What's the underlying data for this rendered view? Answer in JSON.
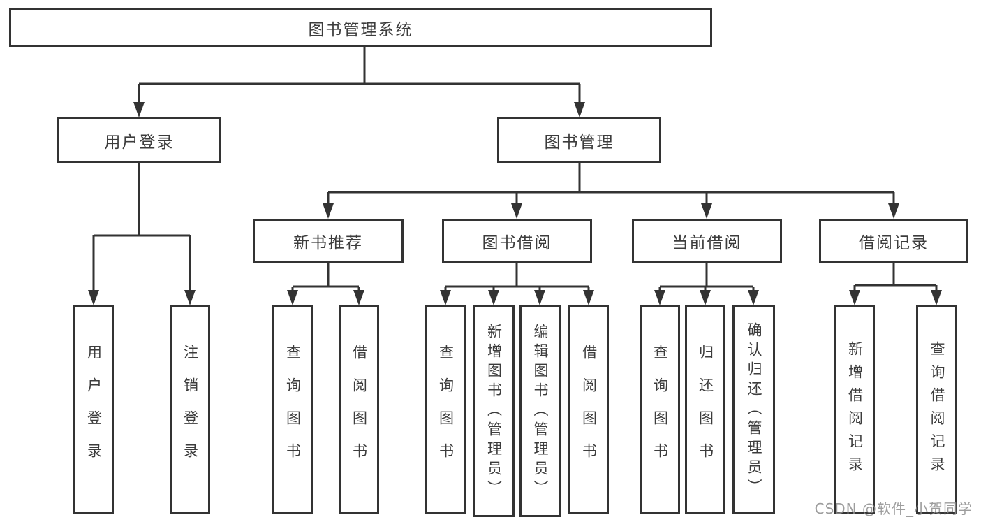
{
  "diagram": {
    "root": {
      "label": "图书管理系统"
    },
    "level2": [
      {
        "id": "user-login",
        "label": "用户登录"
      },
      {
        "id": "book-management",
        "label": "图书管理"
      }
    ],
    "level3": [
      {
        "id": "new-book-recommend",
        "label": "新书推荐"
      },
      {
        "id": "book-borrow",
        "label": "图书借阅"
      },
      {
        "id": "current-borrow",
        "label": "当前借阅"
      },
      {
        "id": "borrow-records",
        "label": "借阅记录"
      }
    ],
    "leaves": [
      {
        "parent": "用户登录",
        "label": "用户登录"
      },
      {
        "parent": "用户登录",
        "label": "注销登录"
      },
      {
        "parent": "新书推荐",
        "label": "查询图书"
      },
      {
        "parent": "新书推荐",
        "label": "借阅图书"
      },
      {
        "parent": "图书借阅",
        "label": "查询图书"
      },
      {
        "parent": "图书借阅",
        "label": "新增图书（管理员）"
      },
      {
        "parent": "图书借阅",
        "label": "编辑图书（管理员）"
      },
      {
        "parent": "图书借阅",
        "label": "借阅图书"
      },
      {
        "parent": "当前借阅",
        "label": "查询图书"
      },
      {
        "parent": "当前借阅",
        "label": "归还图书"
      },
      {
        "parent": "当前借阅",
        "label": "确认归还（管理员）"
      },
      {
        "parent": "借阅记录",
        "label": "新增借阅记录"
      },
      {
        "parent": "借阅记录",
        "label": "查询借阅记录"
      }
    ],
    "watermark": "CSDN @软件_小贺同学",
    "colors": {
      "line": "#333333",
      "text": "#3c3c3c",
      "background": "#ffffff",
      "watermark": "#8c8c8c"
    }
  }
}
